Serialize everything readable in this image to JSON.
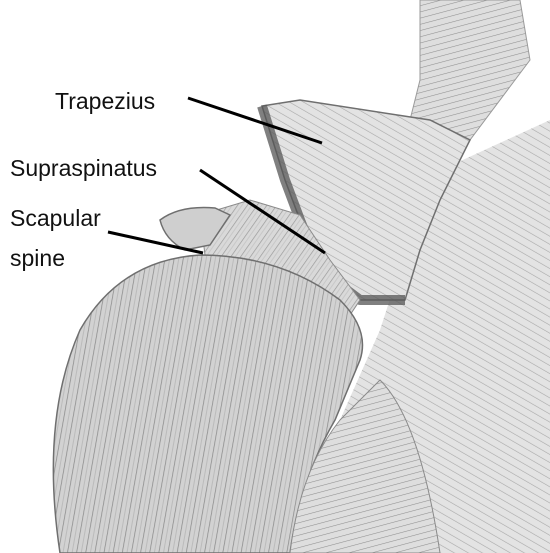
{
  "figure": {
    "subject": "shoulder-muscle-anatomy-illustration"
  },
  "labels": {
    "trapezius": "Trapezius",
    "supraspinatus": "Supraspinatus",
    "scapular_line1": "Scapular",
    "scapular_line2": "spine"
  },
  "colors": {
    "muscle_light": "#e6e6e6",
    "muscle_mid": "#bdbdbd",
    "muscle_dark": "#6f6f6f",
    "cut_edge": "#555555",
    "leader_line": "#000000"
  }
}
